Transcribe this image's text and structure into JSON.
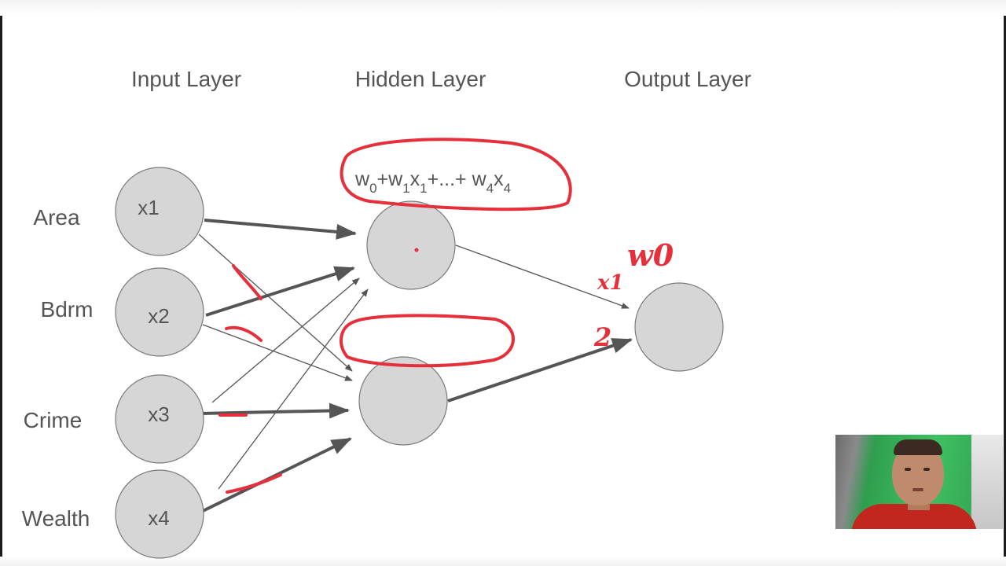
{
  "layers": {
    "input_title": "Input Layer",
    "hidden_title": "Hidden Layer",
    "output_title": "Output Layer"
  },
  "features": [
    "Area",
    "Bdrm",
    "Crime",
    "Wealth"
  ],
  "input_nodes": [
    "x1",
    "x2",
    "x3",
    "x4"
  ],
  "formula": {
    "parts": [
      {
        "t": "w",
        "s": "0"
      },
      {
        "t": "+w",
        "s": "1"
      },
      {
        "t": "x",
        "s": "1"
      },
      {
        "t": "+...+ w",
        "s": "4"
      },
      {
        "t": "x",
        "s": "4"
      }
    ]
  },
  "annotations": {
    "weight_label": "w0",
    "x_label": "x1",
    "two_label": "2"
  },
  "colors": {
    "node_fill": "#d6d6d6",
    "ink": "#e5303c",
    "arrow": "#555555"
  }
}
